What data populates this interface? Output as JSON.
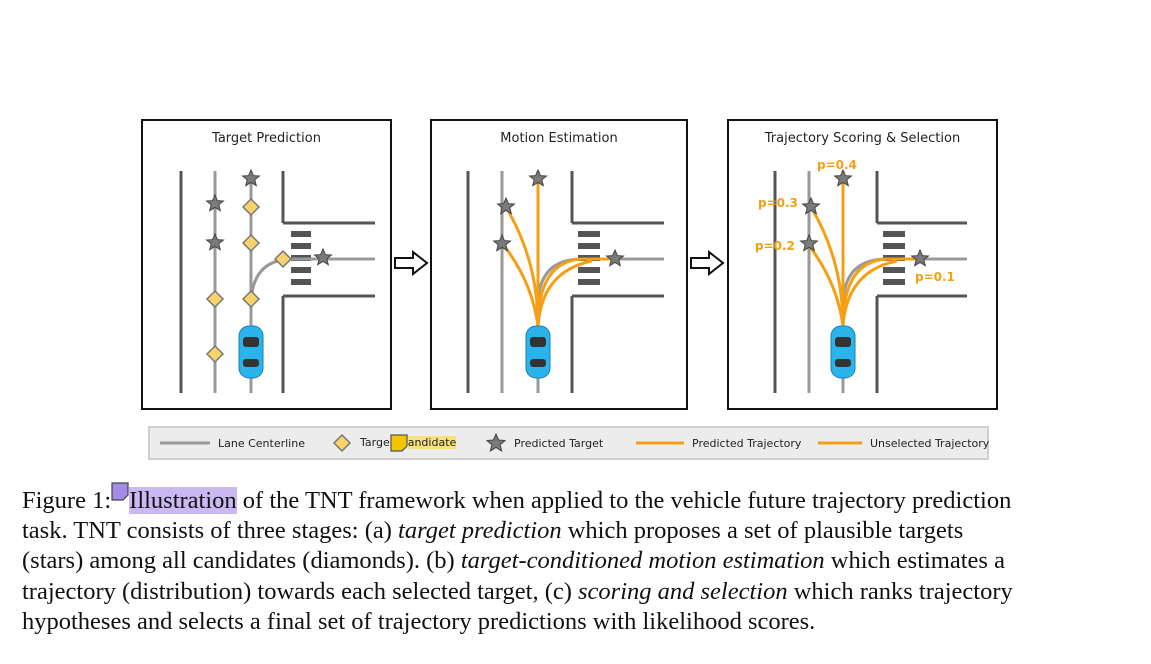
{
  "panels": [
    {
      "title": "Target Prediction"
    },
    {
      "title": "Motion Estimation"
    },
    {
      "title": "Trajectory Scoring & Selection"
    }
  ],
  "probabilities": {
    "p1": "p=0.4",
    "p2": "p=0.3",
    "p3": "p=0.2",
    "p4": "p=0.1"
  },
  "legend": {
    "lane_centerline": "Lane Centerline",
    "target_candidate_a": "Targe",
    "target_candidate_b": "andidate",
    "predicted_target": "Predicted Target",
    "predicted_trajectory": "Predicted Trajectory",
    "unselected_trajectory": "Unselected Trajectory"
  },
  "caption": {
    "l1_a": "Figure 1:",
    "l1_hl": "Illustration",
    "l1_b": " of the TNT framework when applied to the vehicle future trajectory prediction",
    "l2_a": "task. TNT consists of three stages: (a) ",
    "l2_i": "target prediction",
    "l2_b": " which proposes a set of plausible targets",
    "l3_a": "(stars) among all candidates (diamonds). (b) ",
    "l3_i": "target-conditioned motion estimation",
    "l3_b": " which estimates a",
    "l4_a": "trajectory (distribution) towards each selected target, (c) ",
    "l4_i": "scoring and selection",
    "l4_b": " which ranks trajectory",
    "l5": "hypotheses and selects a final set of trajectory predictions with likelihood scores."
  },
  "colors": {
    "orange": "#f5a014",
    "diamond_fill": "#f7d36b",
    "star_fill": "#7a7a7a",
    "lane_gray": "#999999",
    "road_dark": "#555555",
    "car_blue": "#2bb3ee",
    "highlight_purple": "#c9b8f2",
    "highlight_yellow": "#f5e27a"
  }
}
